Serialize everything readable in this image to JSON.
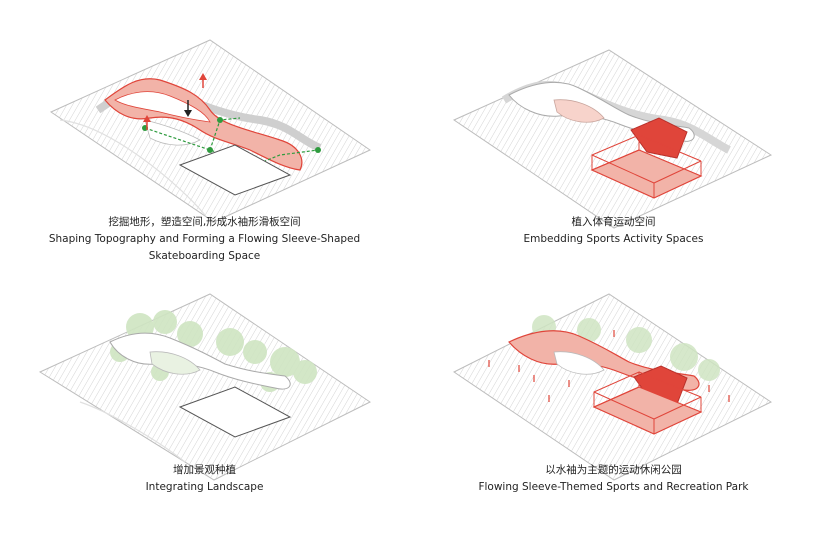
{
  "panels": [
    {
      "zh": "挖掘地形，塑造空间,形成水袖形滑板空间",
      "en_line1": "Shaping Topography and Forming a Flowing Sleeve-Shaped",
      "en_line2": "Skateboarding Space"
    },
    {
      "zh": "植入体育运动空间",
      "en_line1": "Embedding Sports Activity Spaces",
      "en_line2": ""
    },
    {
      "zh": "增加景观种植",
      "en_line1": "Integrating Landscape",
      "en_line2": ""
    },
    {
      "zh": "以水袖为主题的运动休闲公园",
      "en_line1": "Flowing Sleeve-Themed Sports and Recreation Park",
      "en_line2": ""
    }
  ],
  "colors": {
    "accent_red": "#e0453a",
    "soft_red": "#f2b3a8",
    "path_green": "#2e9b3e",
    "tree_green": "#cfe5c2",
    "hatch": "#d0d0d0"
  }
}
